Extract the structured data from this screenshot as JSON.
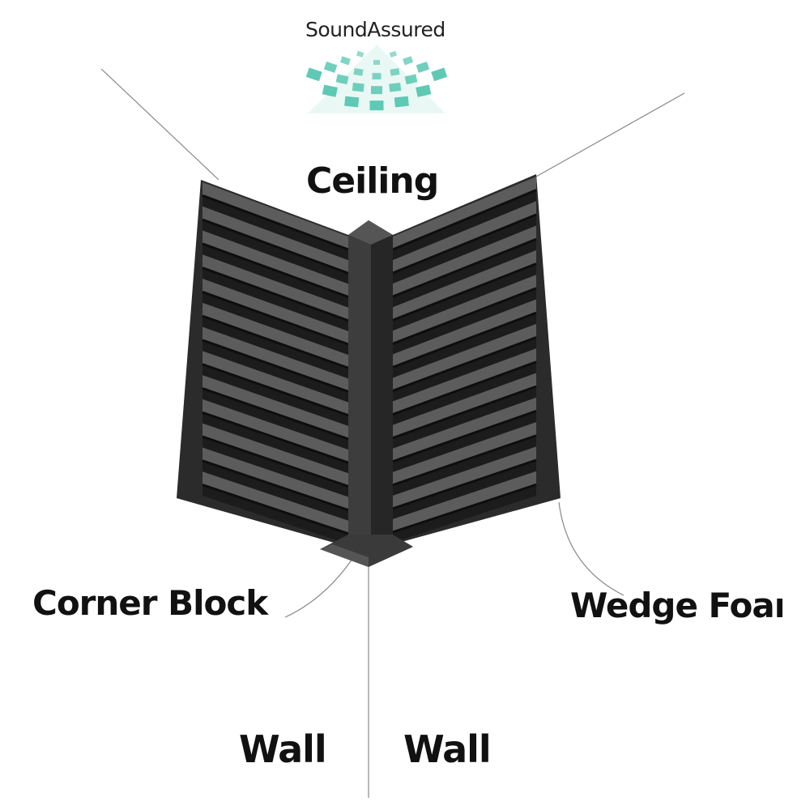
{
  "brand": {
    "name": "SoundAssured",
    "logo_color": "#4fc3ad",
    "logo_icon": "sound-wave-fan-icon"
  },
  "labels": {
    "ceiling": "Ceiling",
    "corner_block": "Corner Block",
    "wedge_foam": "Wedge Foam",
    "wall_left": "Wall",
    "wall_right": "Wall"
  },
  "colors": {
    "foam_dark": "#2a2a2a",
    "foam_light": "#5a5a5a",
    "line": "#888888"
  }
}
